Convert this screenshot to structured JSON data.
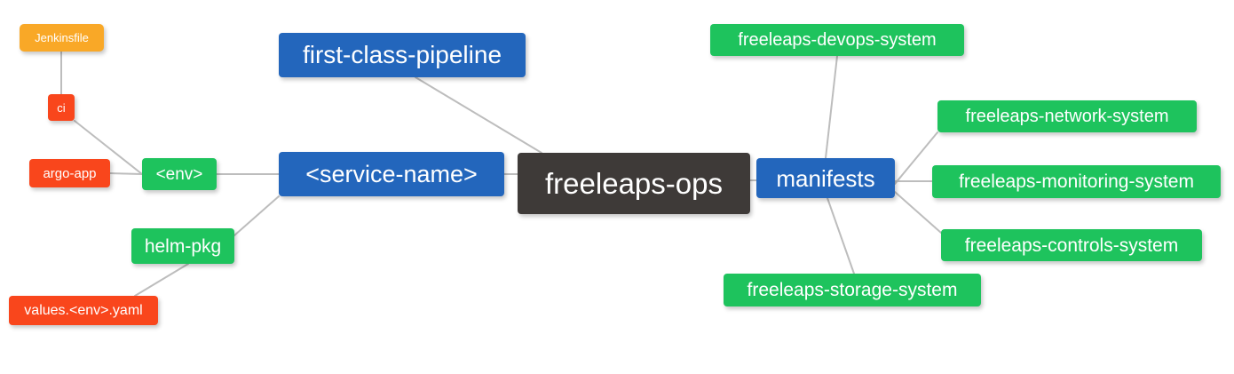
{
  "diagram": {
    "type": "mindmap",
    "background_color": "#ffffff",
    "edge_color": "#bdbdbd",
    "palette": {
      "orange": "#F9A827",
      "red": "#F9461C",
      "green": "#1EC35D",
      "blue": "#2366BC",
      "dark": "#3E3A38",
      "text": "#ffffff"
    },
    "nodes": [
      {
        "id": "jenkinsfile",
        "label": "Jenkinsfile",
        "color": "orange"
      },
      {
        "id": "ci",
        "label": "ci",
        "color": "red"
      },
      {
        "id": "argo-app",
        "label": "argo-app",
        "color": "red"
      },
      {
        "id": "env",
        "label": "<env>",
        "color": "green"
      },
      {
        "id": "helm-pkg",
        "label": "helm-pkg",
        "color": "green"
      },
      {
        "id": "values-yaml",
        "label": "values.<env>.yaml",
        "color": "red"
      },
      {
        "id": "first-class-pipeline",
        "label": "first-class-pipeline",
        "color": "blue"
      },
      {
        "id": "service-name",
        "label": "<service-name>",
        "color": "blue"
      },
      {
        "id": "freeleaps-ops",
        "label": "freeleaps-ops",
        "color": "dark"
      },
      {
        "id": "manifests",
        "label": "manifests",
        "color": "blue"
      },
      {
        "id": "devops-system",
        "label": "freeleaps-devops-system",
        "color": "green"
      },
      {
        "id": "network-system",
        "label": "freeleaps-network-system",
        "color": "green"
      },
      {
        "id": "monitoring-system",
        "label": "freeleaps-monitoring-system",
        "color": "green"
      },
      {
        "id": "controls-system",
        "label": "freeleaps-controls-system",
        "color": "green"
      },
      {
        "id": "storage-system",
        "label": "freeleaps-storage-system",
        "color": "green"
      }
    ],
    "edges": [
      {
        "from": "jenkinsfile",
        "to": "ci"
      },
      {
        "from": "ci",
        "to": "env"
      },
      {
        "from": "argo-app",
        "to": "env"
      },
      {
        "from": "env",
        "to": "service-name"
      },
      {
        "from": "helm-pkg",
        "to": "service-name"
      },
      {
        "from": "values-yaml",
        "to": "helm-pkg"
      },
      {
        "from": "first-class-pipeline",
        "to": "freeleaps-ops"
      },
      {
        "from": "service-name",
        "to": "freeleaps-ops"
      },
      {
        "from": "freeleaps-ops",
        "to": "manifests"
      },
      {
        "from": "devops-system",
        "to": "manifests"
      },
      {
        "from": "network-system",
        "to": "manifests"
      },
      {
        "from": "monitoring-system",
        "to": "manifests"
      },
      {
        "from": "controls-system",
        "to": "manifests"
      },
      {
        "from": "storage-system",
        "to": "manifests"
      }
    ]
  }
}
